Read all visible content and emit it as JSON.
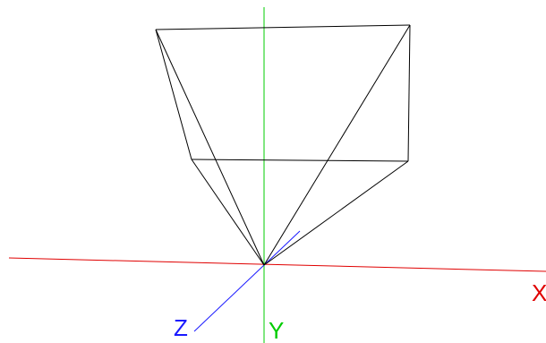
{
  "axes": {
    "x": {
      "label": "X",
      "color": "#e00000"
    },
    "y": {
      "label": "Y",
      "color": "#00cc00"
    },
    "z": {
      "label": "Z",
      "color": "#1a1aff"
    }
  },
  "wireframe_color": "#000000",
  "background_color": "#ffffff"
}
